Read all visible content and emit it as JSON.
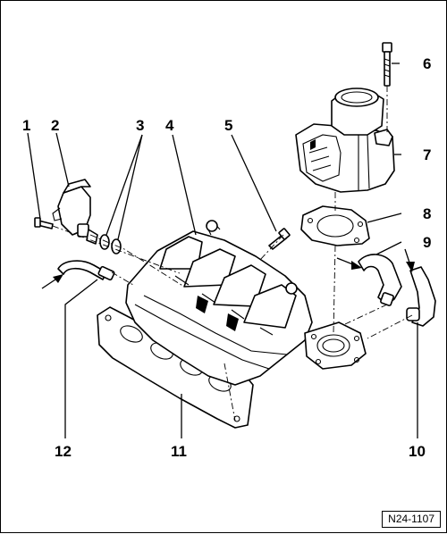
{
  "diagram": {
    "callouts": [
      {
        "id": "1",
        "label": "1"
      },
      {
        "id": "2",
        "label": "2"
      },
      {
        "id": "3",
        "label": "3"
      },
      {
        "id": "4",
        "label": "4"
      },
      {
        "id": "5",
        "label": "5"
      },
      {
        "id": "6",
        "label": "6"
      },
      {
        "id": "7",
        "label": "7"
      },
      {
        "id": "8",
        "label": "8"
      },
      {
        "id": "9",
        "label": "9"
      },
      {
        "id": "10",
        "label": "10"
      },
      {
        "id": "11",
        "label": "11"
      },
      {
        "id": "12",
        "label": "12"
      }
    ],
    "document_code": "N24-1107"
  }
}
